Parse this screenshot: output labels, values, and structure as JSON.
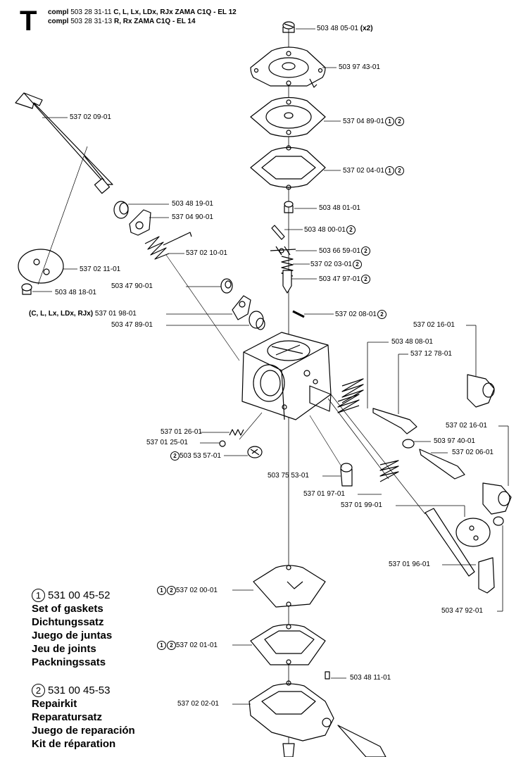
{
  "section": {
    "letter": "T"
  },
  "header": {
    "line1_prefix": "compl",
    "line1_num": "503 28 31-11",
    "line1_desc": "C, L, Lx, LDx, RJx ZAMA C1Q - EL 12",
    "line2_prefix": "compl",
    "line2_num": "503 28 31-13",
    "line2_desc": "R, Rx ZAMA C1Q - EL 14"
  },
  "parts": [
    {
      "id": "p01",
      "num": "503 48 05-01",
      "suffix": "(x2)",
      "marks": []
    },
    {
      "id": "p02",
      "num": "503 97 43-01",
      "suffix": "",
      "marks": []
    },
    {
      "id": "p03",
      "num": "537 04 89-01",
      "suffix": "",
      "marks": [
        "1",
        "2"
      ]
    },
    {
      "id": "p04",
      "num": "537 02 04-01",
      "suffix": "",
      "marks": [
        "1",
        "2"
      ]
    },
    {
      "id": "p05",
      "num": "503 48 01-01",
      "suffix": "",
      "marks": []
    },
    {
      "id": "p06",
      "num": "503 48 00-01",
      "suffix": "",
      "marks": [
        "2"
      ]
    },
    {
      "id": "p07",
      "num": "503 66 59-01",
      "suffix": "",
      "marks": [
        "2"
      ]
    },
    {
      "id": "p08",
      "num": "537 02 03-01",
      "suffix": "",
      "marks": [
        "2"
      ]
    },
    {
      "id": "p09",
      "num": "503 47 97-01",
      "suffix": "",
      "marks": [
        "2"
      ]
    },
    {
      "id": "p10",
      "num": "537 02 08-01",
      "suffix": "",
      "marks": [
        "2"
      ]
    },
    {
      "id": "p11",
      "num": "537 02 09-01",
      "suffix": "",
      "marks": []
    },
    {
      "id": "p12",
      "num": "503 48 19-01",
      "suffix": "",
      "marks": []
    },
    {
      "id": "p13",
      "num": "537 04 90-01",
      "suffix": "",
      "marks": []
    },
    {
      "id": "p14",
      "num": "537 02 10-01",
      "suffix": "",
      "marks": []
    },
    {
      "id": "p15",
      "num": "537 02 11-01",
      "suffix": "",
      "marks": []
    },
    {
      "id": "p16",
      "num": "503 48 18-01",
      "suffix": "",
      "marks": []
    },
    {
      "id": "p17",
      "num": "503 47 90-01",
      "suffix": "",
      "marks": []
    },
    {
      "id": "p18",
      "num": "537 01 98-01",
      "prefix": "(C, L, Lx, LDx, RJx)",
      "suffix": "",
      "marks": []
    },
    {
      "id": "p19",
      "num": "503 47 89-01",
      "suffix": "",
      "marks": []
    },
    {
      "id": "p20",
      "num": "537 02 16-01",
      "suffix": "",
      "marks": []
    },
    {
      "id": "p21",
      "num": "503 48 08-01",
      "suffix": "",
      "marks": []
    },
    {
      "id": "p22",
      "num": "537 12 78-01",
      "suffix": "",
      "marks": []
    },
    {
      "id": "p23",
      "num": "537 02 16-01",
      "suffix": "",
      "marks": []
    },
    {
      "id": "p24",
      "num": "503 97 40-01",
      "suffix": "",
      "marks": []
    },
    {
      "id": "p25",
      "num": "537 02 06-01",
      "suffix": "",
      "marks": []
    },
    {
      "id": "p26",
      "num": "537 01 26-01",
      "suffix": "",
      "marks": []
    },
    {
      "id": "p27",
      "num": "537 01 25-01",
      "suffix": "",
      "marks": []
    },
    {
      "id": "p28",
      "num": "503 53 57-01",
      "suffix": "",
      "marks": [],
      "pre_marks": [
        "2"
      ]
    },
    {
      "id": "p29",
      "num": "503 75 53-01",
      "suffix": "",
      "marks": []
    },
    {
      "id": "p30",
      "num": "537 01 97-01",
      "suffix": "",
      "marks": []
    },
    {
      "id": "p31",
      "num": "537 01 99-01",
      "suffix": "",
      "marks": []
    },
    {
      "id": "p32",
      "num": "537 01 96-01",
      "suffix": "",
      "marks": []
    },
    {
      "id": "p33",
      "num": "503 47 92-01",
      "suffix": "",
      "marks": []
    },
    {
      "id": "p34",
      "num": "537 02 00-01",
      "suffix": "",
      "marks": [],
      "pre_marks": [
        "1",
        "2"
      ]
    },
    {
      "id": "p35",
      "num": "537 02 01-01",
      "suffix": "",
      "marks": [],
      "pre_marks": [
        "1",
        "2"
      ]
    },
    {
      "id": "p36",
      "num": "503 48 11-01",
      "suffix": "",
      "marks": []
    },
    {
      "id": "p37",
      "num": "537 02 02-01",
      "suffix": "",
      "marks": []
    }
  ],
  "legend": [
    {
      "mark": "1",
      "code": "531 00 45-52",
      "lines": [
        "Set of gaskets",
        "Dichtungssatz",
        "Juego de juntas",
        "Jeu de joints",
        "Packningssats"
      ]
    },
    {
      "mark": "2",
      "code": "531 00 45-53",
      "lines": [
        "Repairkit",
        "Reparatursatz",
        "Juego de reparación",
        "Kit de réparation"
      ]
    }
  ]
}
